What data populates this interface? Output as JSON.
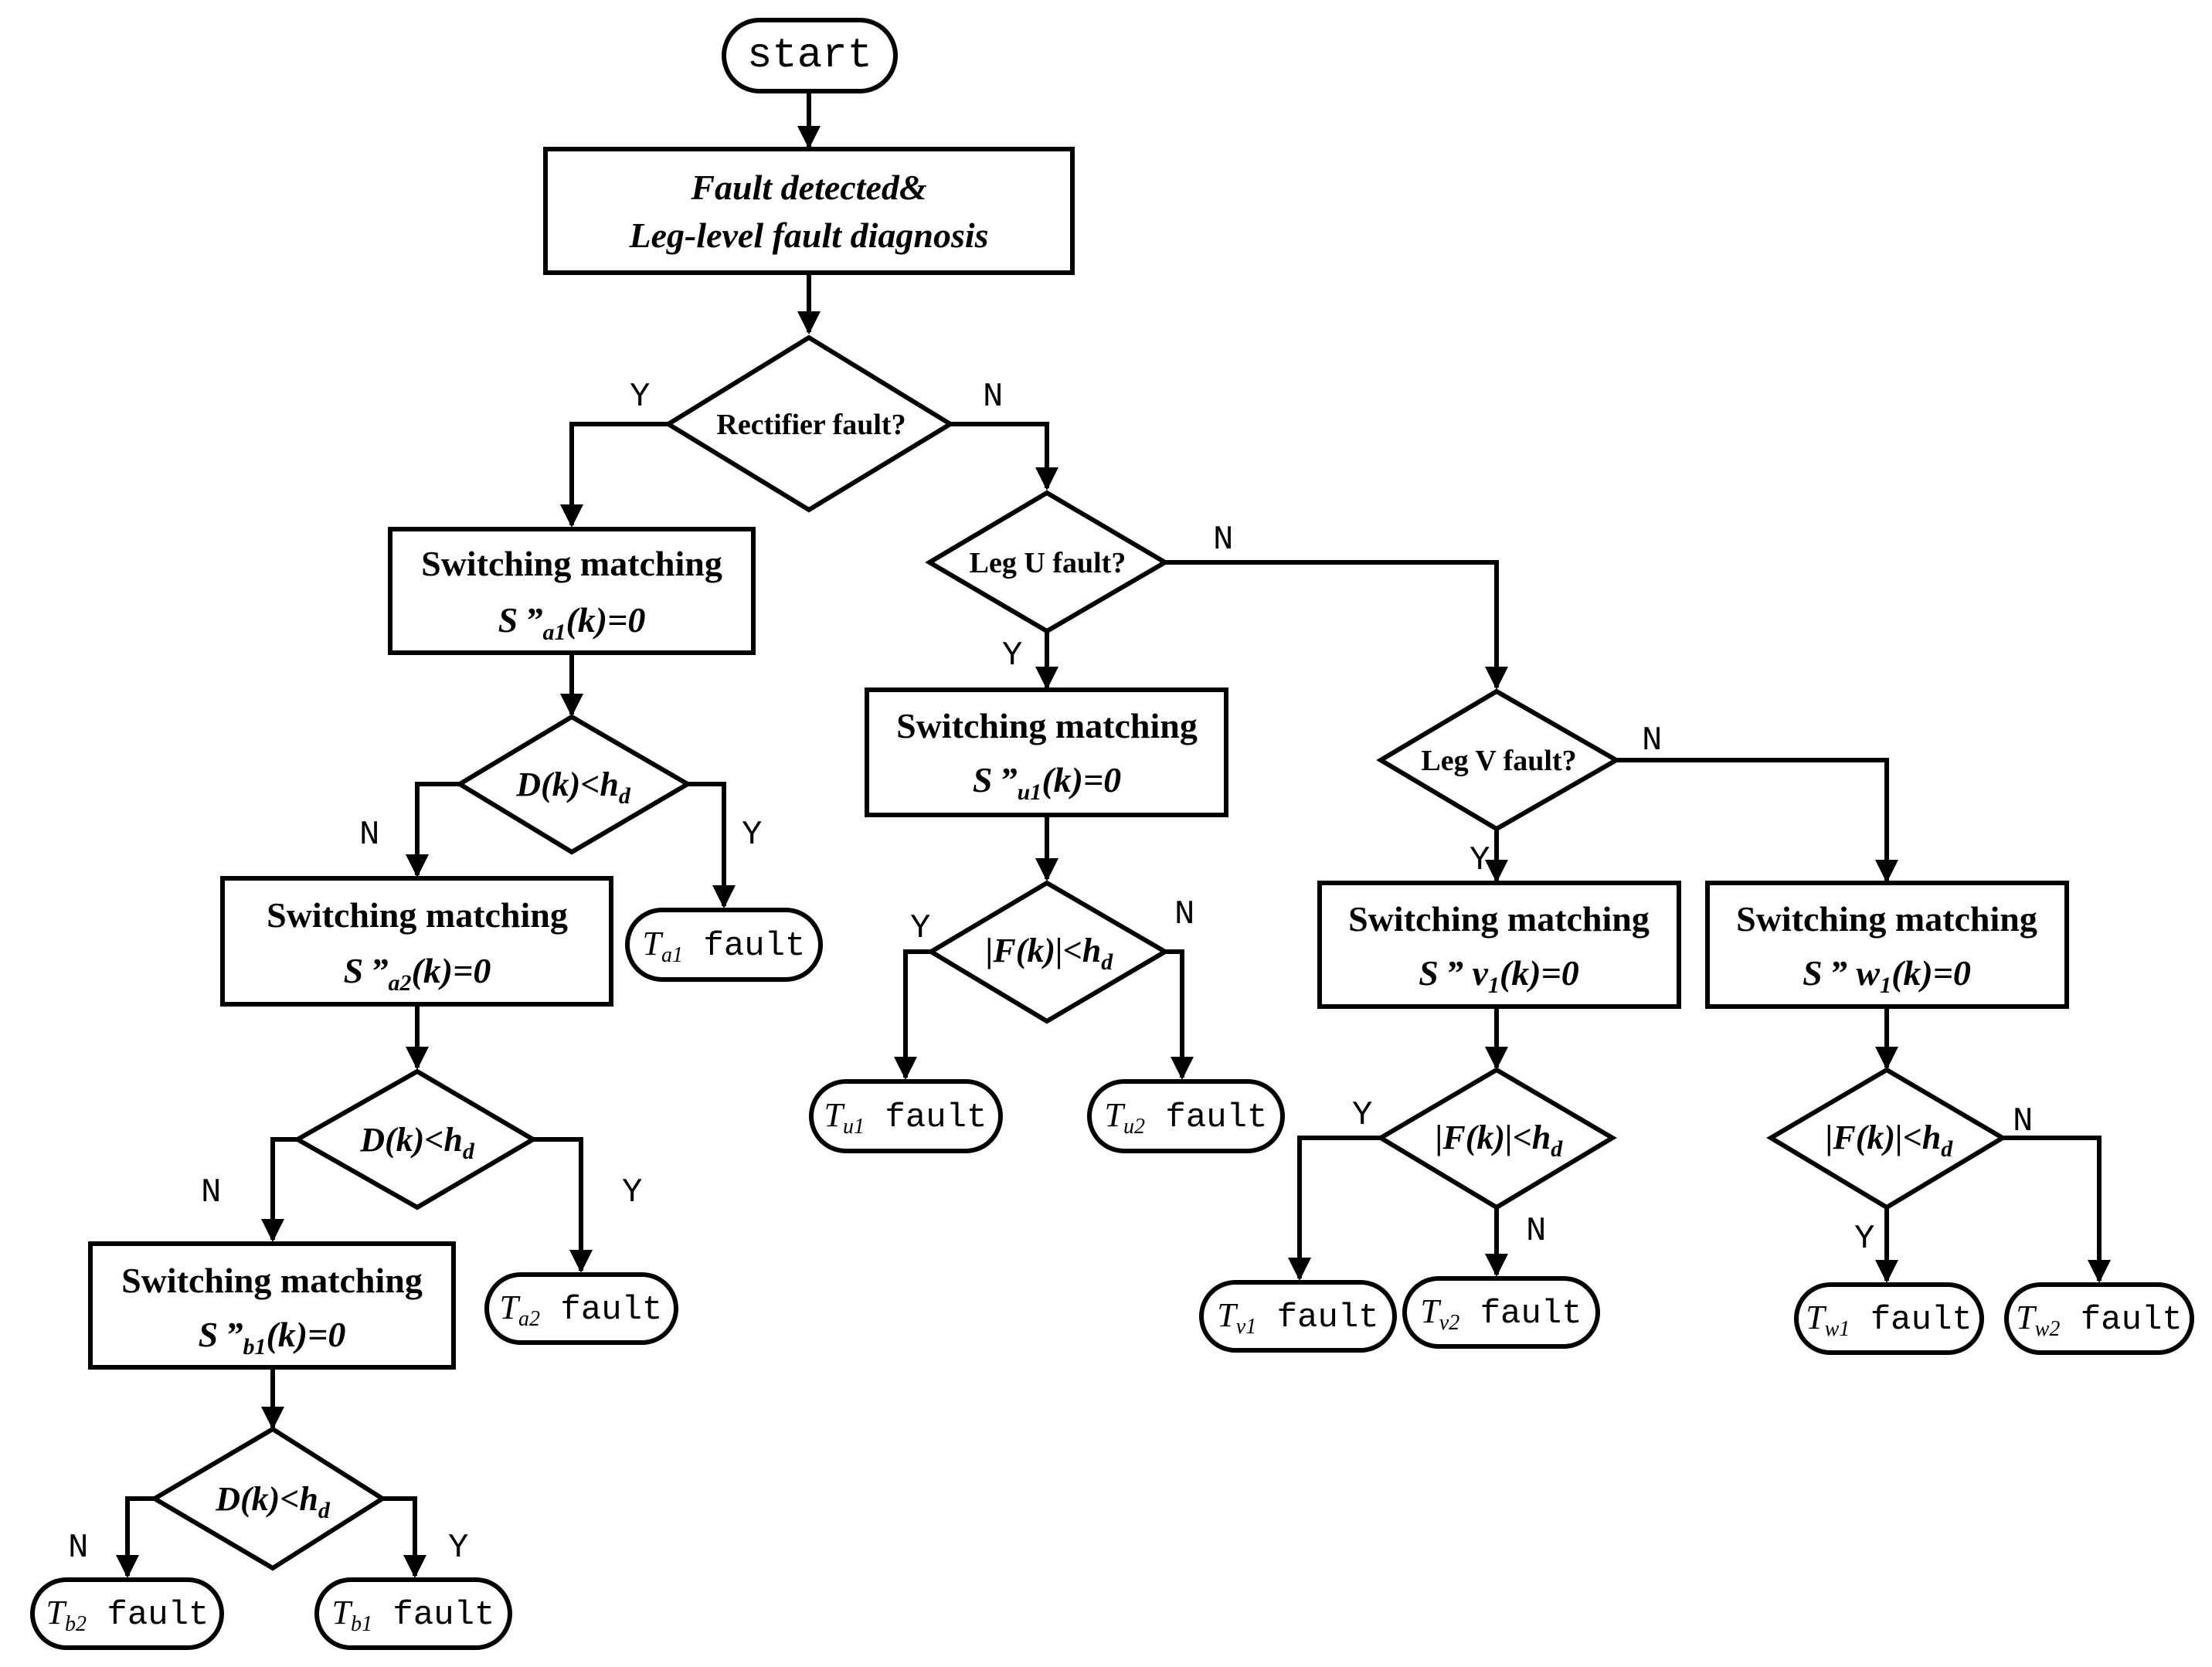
{
  "nodes": {
    "start": {
      "label": "start"
    },
    "detect": {
      "line1": "Fault detected&",
      "line2": "Leg-level fault diagnosis"
    },
    "rect_q": {
      "label": "Rectifier fault?"
    },
    "legu_q": {
      "label": "Leg U fault?"
    },
    "legv_q": {
      "label": "Leg V fault?"
    },
    "sm_a1": {
      "title": "Switching matching",
      "sym": "S ”",
      "sub": "a1",
      "tail": "(k)=0"
    },
    "sm_a2": {
      "title": "Switching matching",
      "sym": "S ”",
      "sub": "a2",
      "tail": "(k)=0"
    },
    "sm_b1": {
      "title": "Switching matching",
      "sym": "S ”",
      "sub": "b1",
      "tail": "(k)=0"
    },
    "sm_u1": {
      "title": "Switching matching",
      "sym": "S ”",
      "sub": "u1",
      "tail": "(k)=0"
    },
    "sm_v1": {
      "title": "Switching matching",
      "sym": "S ” v",
      "sub": "1",
      "tail": "(k)=0"
    },
    "sm_w1": {
      "title": "Switching matching",
      "sym": "S ” w",
      "sub": "1",
      "tail": "(k)=0"
    },
    "dk1": {
      "main": "D(k)<h",
      "sub": "d"
    },
    "dk2": {
      "main": "D(k)<h",
      "sub": "d"
    },
    "dk3": {
      "main": "D(k)<h",
      "sub": "d"
    },
    "fk_u": {
      "main": "|F(k)|<h",
      "sub": "d"
    },
    "fk_v": {
      "main": "|F(k)|<h",
      "sub": "d"
    },
    "fk_w": {
      "main": "|F(k)|<h",
      "sub": "d"
    },
    "t_a1": {
      "sym": "T",
      "sub": "a1",
      "text": " fault"
    },
    "t_a2": {
      "sym": "T",
      "sub": "a2",
      "text": " fault"
    },
    "t_b2": {
      "sym": "T",
      "sub": "b2",
      "text": " fault"
    },
    "t_b1": {
      "sym": "T",
      "sub": "b1",
      "text": " fault"
    },
    "t_u1": {
      "sym": "T",
      "sub": "u1",
      "text": " fault"
    },
    "t_u2": {
      "sym": "T",
      "sub": "u2",
      "text": " fault"
    },
    "t_v1": {
      "sym": "T",
      "sub": "v1",
      "text": " fault"
    },
    "t_v2": {
      "sym": "T",
      "sub": "v2",
      "text": " fault"
    },
    "t_w1": {
      "sym": "T",
      "sub": "w1",
      "text": " fault"
    },
    "t_w2": {
      "sym": "T",
      "sub": "w2",
      "text": " fault"
    }
  },
  "branch_labels": {
    "yes": "Y",
    "no": "N"
  }
}
